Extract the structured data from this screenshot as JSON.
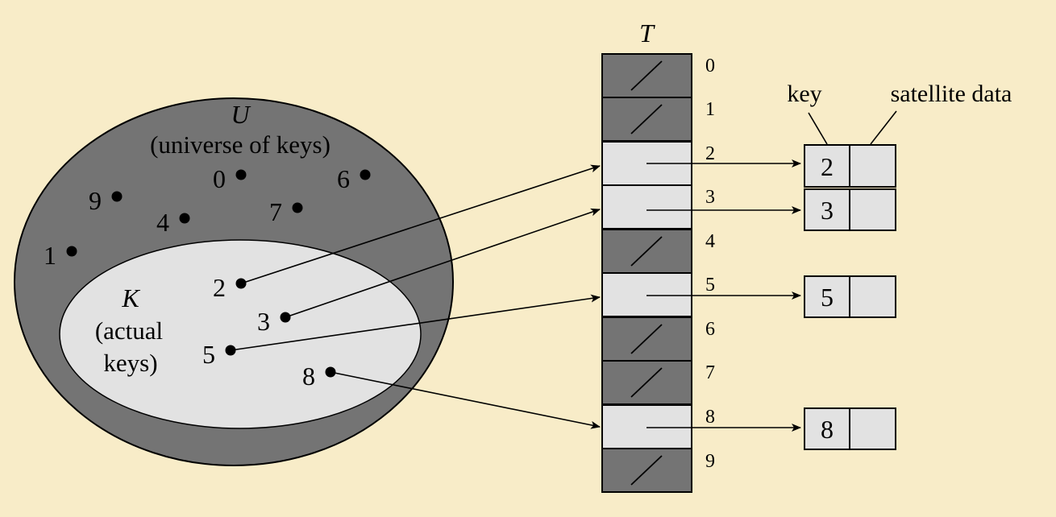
{
  "universe": {
    "symbol": "U",
    "caption": "(universe of keys)",
    "keys": [
      "0",
      "6",
      "9",
      "7",
      "4",
      "1"
    ]
  },
  "actual": {
    "symbol": "K",
    "caption_line1": "(actual",
    "caption_line2": "keys)",
    "keys": [
      "2",
      "3",
      "5",
      "8"
    ]
  },
  "table": {
    "name": "T",
    "indices": [
      "0",
      "1",
      "2",
      "3",
      "4",
      "5",
      "6",
      "7",
      "8",
      "9"
    ],
    "occupied": [
      false,
      false,
      true,
      true,
      false,
      true,
      false,
      false,
      true,
      false
    ]
  },
  "element_labels": {
    "key": "key",
    "satellite": "satellite data"
  },
  "elements": [
    {
      "slot": 2,
      "key": "2"
    },
    {
      "slot": 3,
      "key": "3"
    },
    {
      "slot": 5,
      "key": "5"
    },
    {
      "slot": 8,
      "key": "8"
    }
  ],
  "colors": {
    "background": "#f8ecc8",
    "universe_fill": "#747474",
    "actual_fill": "#e2e2e2",
    "empty_slot": "#747474",
    "occupied_slot": "#e2e2e2",
    "stroke": "#000000"
  }
}
